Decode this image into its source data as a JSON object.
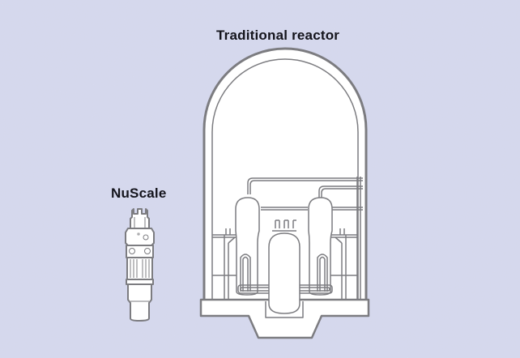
{
  "labels": {
    "traditional": "Traditional reactor",
    "nuscale": "NuScale"
  },
  "colors": {
    "background": "#d6d9ee",
    "outline": "#7c7c80",
    "fill": "#ffffff",
    "text": "#14141c"
  },
  "figures": [
    {
      "name": "traditional-reactor-illustration",
      "label_key": "traditional"
    },
    {
      "name": "nuscale-module-illustration",
      "label_key": "nuscale"
    }
  ]
}
